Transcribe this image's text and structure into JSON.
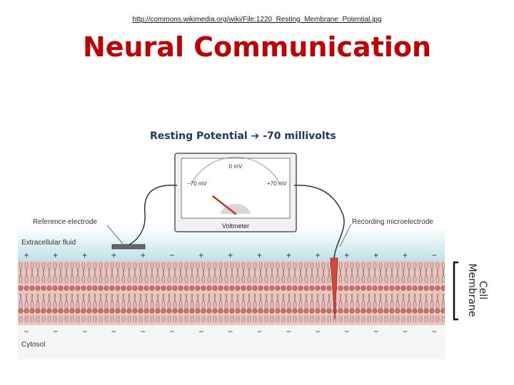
{
  "source_link": "http://commons.wikimedia.org/wiki/File:1220_Resting_Membrane_Potential.jpg",
  "title": "Neural Communication",
  "resting": {
    "label": "Resting Potential",
    "arrow": "➔",
    "value": "-70 millivolts"
  },
  "voltmeter": {
    "label": "Voltmeter",
    "zero": "0 mV",
    "neg": "−70 mV",
    "pos": "+70 mV",
    "reading_mv": -70
  },
  "labels": {
    "reference_electrode": "Reference electrode",
    "recording_microelectrode": "Recording microelectrode",
    "extracellular_fluid": "Extracellular fluid",
    "cytosol": "Cytosol",
    "cell_membrane": "Cell\nMembrane"
  },
  "charges": {
    "outside": "+",
    "inside": "−",
    "outside_top": [
      "+",
      "+",
      "+",
      "+",
      "+",
      "−",
      "+",
      "+",
      "+",
      "+",
      "+",
      "+",
      "+",
      "+",
      "−"
    ]
  },
  "colors": {
    "title": "#c00000",
    "resting": "#1f3864",
    "fluid": "#cfe8ec",
    "membrane": "#e7a9a4",
    "cytosol": "#f7f7f7",
    "electrode": "#d2483b"
  }
}
